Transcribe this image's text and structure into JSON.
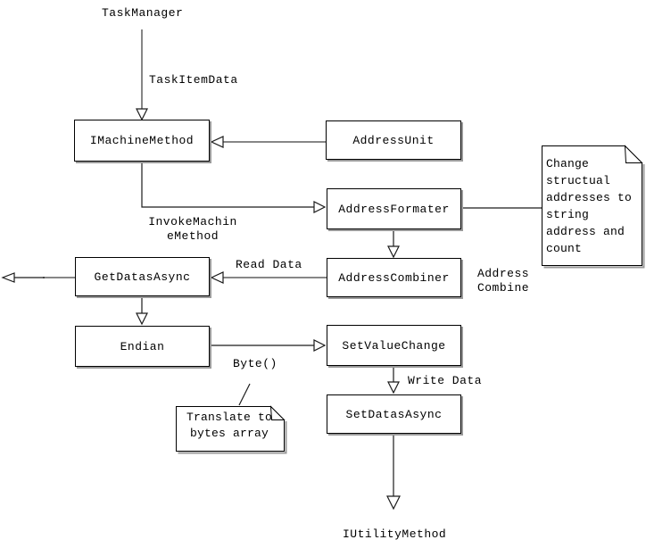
{
  "diagram": {
    "title_entity_top": "TaskManager",
    "title_entity_bottom": "IUtilityMethod",
    "nodes": {
      "imachinemethod": "IMachineMethod",
      "addressunit": "AddressUnit",
      "addressformater": "AddressFormater",
      "addresscombiner": "AddressCombiner",
      "getdatasasync": "GetDatasAsync",
      "endian": "Endian",
      "setvaluechange": "SetValueChange",
      "setdatasasync": "SetDatasAsync"
    },
    "edge_labels": {
      "task_item_data": "TaskItemData",
      "invoke_machine_method": "InvokeMachin\neMethod",
      "read_data": "Read Data",
      "address_combine": "Address\nCombine",
      "byte": "Byte()",
      "write_data": "Write Data"
    },
    "notes": {
      "change_structual": "Change\nstructual\naddresses to\nstring\naddress and\ncount",
      "translate_bytes": "Translate to\nbytes array"
    },
    "colors": {
      "background": "#ffffff",
      "box_border": "#000000",
      "box_shadow": "#9a9a9a",
      "line_black": "#1c1c1c",
      "line_gray": "#868686",
      "text": "#000000"
    }
  }
}
